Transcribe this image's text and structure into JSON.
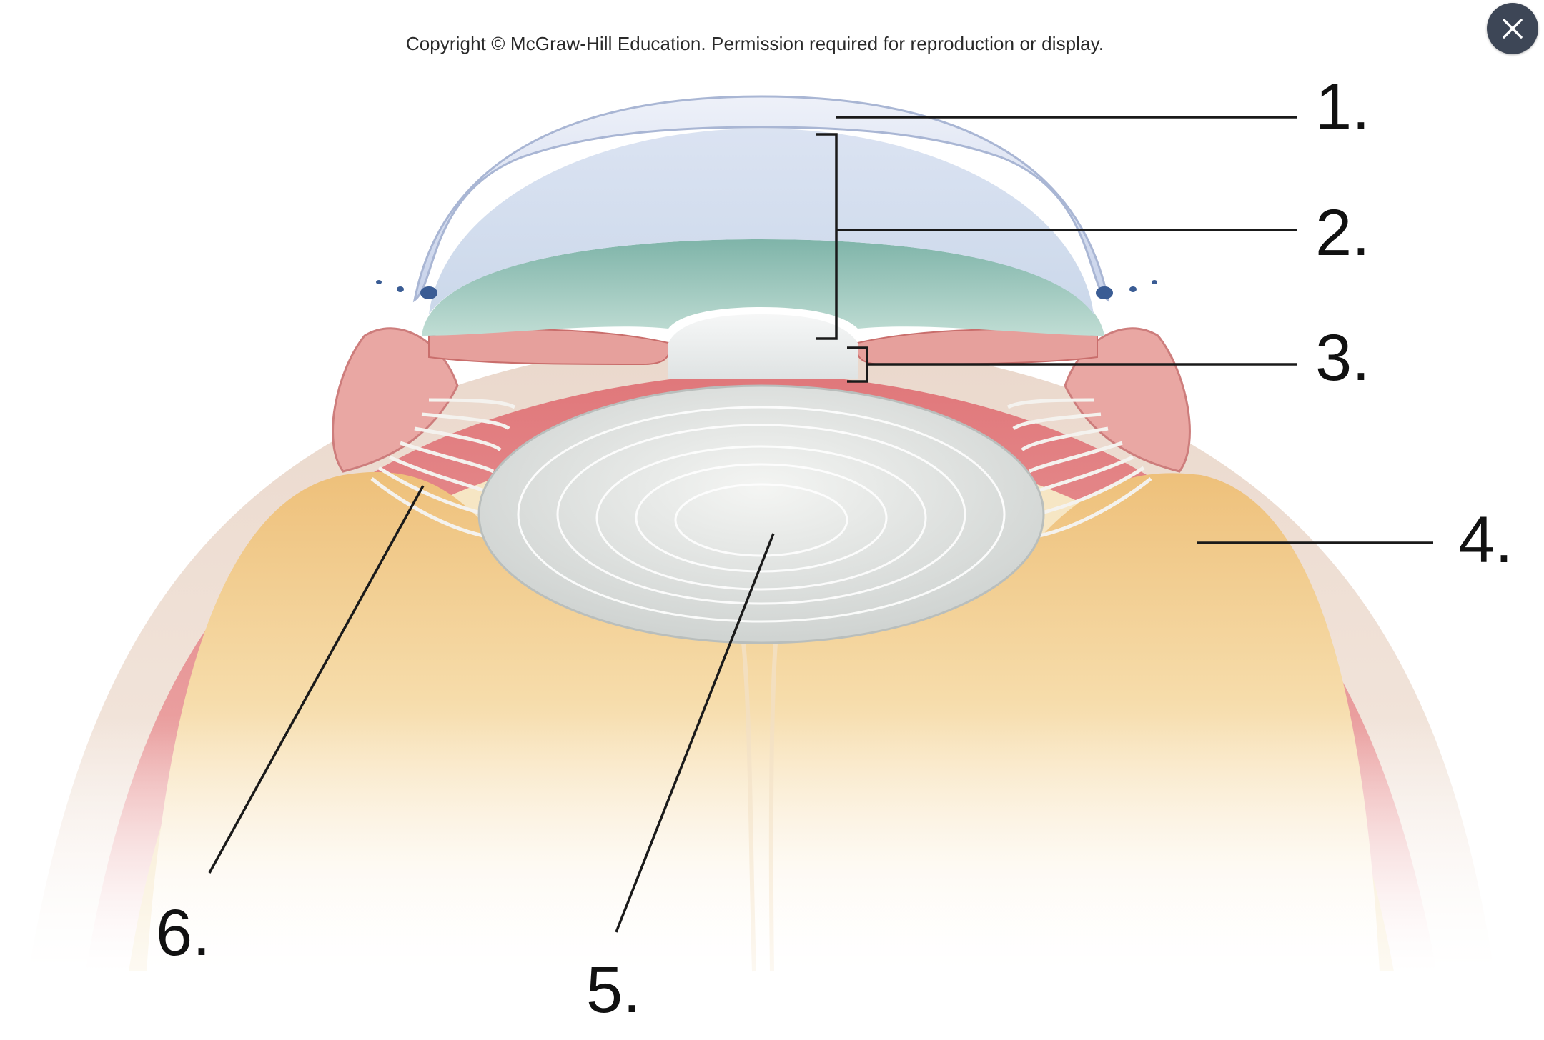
{
  "copyright": "Copyright © McGraw-Hill Education. Permission required for reproduction or display.",
  "close_button": {
    "icon": "close-icon"
  },
  "labels": [
    "1.",
    "2.",
    "3.",
    "4.",
    "5.",
    "6."
  ]
}
